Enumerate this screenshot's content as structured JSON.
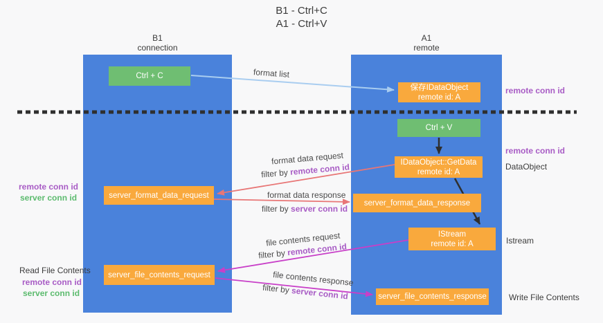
{
  "title": {
    "line1": "B1 - Ctrl+C",
    "line2": "A1 - Ctrl+V"
  },
  "lifelines": {
    "left": {
      "name": "B1",
      "subtitle": "connection"
    },
    "right": {
      "name": "A1",
      "subtitle": "remote"
    }
  },
  "nodes": {
    "ctrl_c": {
      "label": "Ctrl + C"
    },
    "ctrl_v": {
      "label": "Ctrl + V"
    },
    "save_dataobject": {
      "line1": "保存IDataObject",
      "line2": "remote id: A"
    },
    "getdata": {
      "line1": "IDataObject::GetData",
      "line2": "remote id: A"
    },
    "istream": {
      "line1": "IStream",
      "line2": "remote id: A"
    },
    "server_format_data_request": {
      "label": "server_format_data_request"
    },
    "server_format_data_response": {
      "label": "server_format_data_response"
    },
    "server_file_contents_request": {
      "label": "server_file_contents_request"
    },
    "server_file_contents_response": {
      "label": "server_file_contents_response"
    }
  },
  "arrows": {
    "format_list": {
      "label": "format list"
    },
    "format_data_request": {
      "label": "format data request",
      "filter_prefix": "filter by",
      "filter_key": "remote conn id"
    },
    "format_data_response": {
      "label": "format data response",
      "filter_prefix": "filter by",
      "filter_key": "server conn id"
    },
    "file_contents_request": {
      "label": "file contents request",
      "filter_prefix": "filter by",
      "filter_key": "remote conn id"
    },
    "file_contents_response": {
      "label": "file contents response",
      "filter_prefix": "filter by",
      "filter_key": "server conn id"
    }
  },
  "side_labels": {
    "right_remote_conn_id_top": "remote conn id",
    "right_remote_conn_id_mid": "remote conn id",
    "right_dataobject": "DataObject",
    "right_istream": "Istream",
    "right_write_file_contents": "Write File Contents",
    "left_remote_conn_id_top": "remote conn id",
    "left_server_conn_id_top": "server conn id",
    "left_read_file_contents": "Read File Contents",
    "left_remote_conn_id_bottom": "remote conn id",
    "left_server_conn_id_bottom": "server conn id"
  },
  "colors": {
    "lifeline_blue": "#4a82db",
    "action_green": "#6fbe72",
    "message_orange": "#f9a93d",
    "arrow_lightblue": "#a9cdf0",
    "arrow_salmon": "#e87676",
    "arrow_magenta": "#c83fc8",
    "arrow_black": "#2f2f2f",
    "text_purple": "#a85cc5",
    "text_green": "#5cbb6e"
  }
}
